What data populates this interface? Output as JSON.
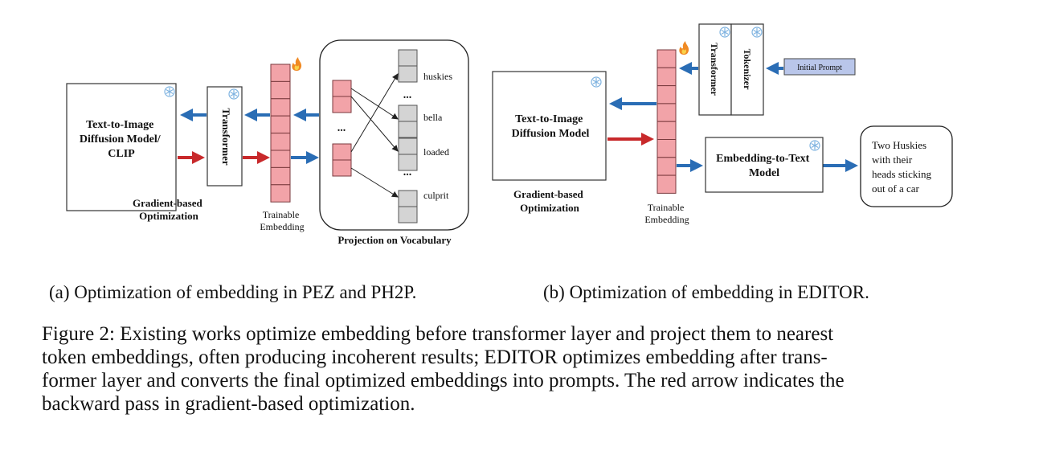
{
  "panel_a": {
    "diffusion_lines": [
      "Text-to-Image",
      "Diffusion Model/",
      "CLIP"
    ],
    "transformer": "Transformer",
    "gradient_lines": [
      "Gradient-based",
      "Optimization"
    ],
    "embedding_lines": [
      "Trainable",
      "Embedding"
    ],
    "vocab_words": [
      "huskies",
      "bella",
      "loaded",
      "culprit"
    ],
    "ellipsis": "...",
    "projection_title": "Projection on Vocabulary",
    "subcaption": "(a) Optimization of embedding in PEZ and PH2P."
  },
  "panel_b": {
    "diffusion_lines": [
      "Text-to-Image",
      "Diffusion Model"
    ],
    "gradient_lines": [
      "Gradient-based",
      "Optimization"
    ],
    "embedding_lines": [
      "Trainable",
      "Embedding"
    ],
    "transformer": "Transformer",
    "tokenizer": "Tokenizer",
    "initial_prompt": "Initial Prompt",
    "e2t_lines": [
      "Embedding-to-Text",
      "Model"
    ],
    "output_lines": [
      "Two Huskies",
      "with their",
      "heads sticking",
      "out of a car"
    ],
    "subcaption": "(b) Optimization of embedding in EDITOR."
  },
  "caption_lines": [
    "Figure 2: Existing works optimize embedding before transformer layer and project them to nearest",
    "token embeddings, often producing incoherent results; EDITOR optimizes embedding after trans-",
    "former layer and converts the final optimized embeddings into prompts. The red arrow indicates the",
    "backward pass in gradient-based optimization."
  ],
  "colors": {
    "forward_arrow": "#2a6db5",
    "backward_arrow": "#c8292b",
    "embedding_cell": "#f2a3a8",
    "vocab_cell": "#d4d4d4",
    "prompt_box": "#b9c6ea",
    "icon": "#7fb3e0"
  },
  "icons": [
    "snowflake-icon",
    "flame-icon"
  ]
}
